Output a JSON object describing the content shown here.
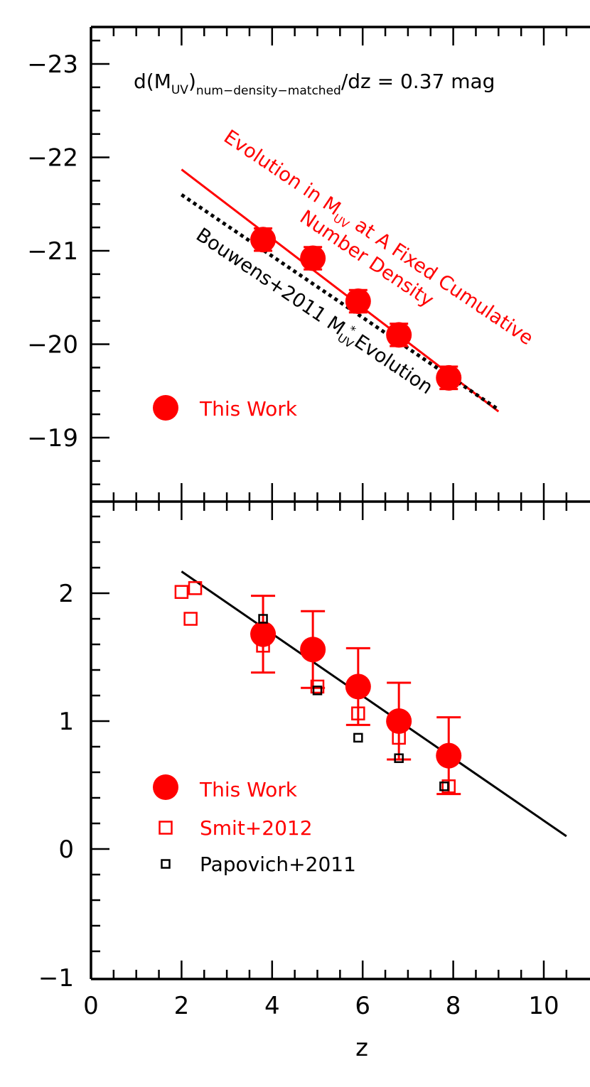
{
  "chart_data": [
    {
      "panel": "top",
      "type": "line",
      "xlim": [
        0,
        10.6
      ],
      "ylim": [
        -18.3,
        -23.5
      ],
      "y_reversed": true,
      "yticks": [
        -23,
        -22,
        -21,
        -20,
        -19
      ],
      "ytick_labels": [
        "−23",
        "−22",
        "−21",
        "−20",
        "−19"
      ],
      "header_formula": {
        "prefix": "d(M",
        "sub": "UV",
        "close": ")",
        "sub2": "num−density−matched",
        "suffix": "/dz = 0.37 mag"
      },
      "series": [
        {
          "name": "This Work",
          "marker": "circle",
          "color": "#ff0000",
          "x": [
            3.8,
            4.9,
            5.9,
            6.8,
            7.9
          ],
          "y": [
            -21.12,
            -20.92,
            -20.46,
            -20.1,
            -19.64
          ],
          "yerr": [
            0.12,
            0.12,
            0.12,
            0.12,
            0.12
          ]
        }
      ],
      "lines": [
        {
          "label_parts": [
            "Evolution in M",
            "UV",
            " at A Fixed Cumulative"
          ],
          "label_line2": "Number Density",
          "color": "#ff0000",
          "style": "solid",
          "x": [
            2.0,
            9.0
          ],
          "y": [
            -21.87,
            -19.28
          ]
        },
        {
          "label_parts": [
            "Bouwens+2011 M",
            "UV",
            "*",
            " Evolution"
          ],
          "color": "#000000",
          "style": "dotted",
          "x": [
            2.0,
            9.0
          ],
          "y": [
            -21.6,
            -19.3
          ]
        }
      ],
      "legend": [
        {
          "label": "This Work",
          "marker": "circle",
          "color": "#ff0000"
        }
      ]
    },
    {
      "panel": "bottom",
      "type": "scatter",
      "xlim": [
        0,
        10.6
      ],
      "ylim": [
        -1,
        2.7
      ],
      "yticks": [
        -1,
        0,
        1,
        2
      ],
      "ytick_labels": [
        "−1",
        "0",
        "1",
        "2"
      ],
      "xticks": [
        0,
        2,
        4,
        6,
        8,
        10
      ],
      "xtick_labels": [
        "0",
        "2",
        "4",
        "6",
        "8",
        "10"
      ],
      "xlabel": "z",
      "series": [
        {
          "name": "This Work",
          "marker": "circle",
          "color": "#ff0000",
          "x": [
            3.8,
            4.9,
            5.9,
            6.8,
            7.9
          ],
          "y": [
            1.68,
            1.56,
            1.27,
            1.0,
            0.73
          ],
          "yerr": [
            0.3,
            0.3,
            0.3,
            0.3,
            0.3
          ]
        },
        {
          "name": "Smit+2012",
          "marker": "square-open",
          "color": "#ff0000",
          "x": [
            2.0,
            2.2,
            2.3,
            3.8,
            5.0,
            5.9,
            6.8,
            7.9
          ],
          "y": [
            2.01,
            1.8,
            2.04,
            1.59,
            1.27,
            1.06,
            0.87,
            0.49
          ]
        },
        {
          "name": "Papovich+2011",
          "marker": "square-open-small",
          "color": "#000000",
          "x": [
            3.8,
            5.0,
            5.9,
            6.8,
            7.8
          ],
          "y": [
            1.8,
            1.24,
            0.87,
            0.71,
            0.49
          ]
        }
      ],
      "lines": [
        {
          "color": "#000000",
          "style": "solid",
          "x": [
            2.0,
            10.5
          ],
          "y": [
            2.17,
            0.1
          ]
        }
      ],
      "legend": [
        {
          "label": "This Work",
          "marker": "circle",
          "color": "#ff0000"
        },
        {
          "label": "Smit+2012",
          "marker": "square-open",
          "color": "#ff0000"
        },
        {
          "label": "Papovich+2011",
          "marker": "square-open-small",
          "color": "#000000"
        }
      ]
    }
  ]
}
